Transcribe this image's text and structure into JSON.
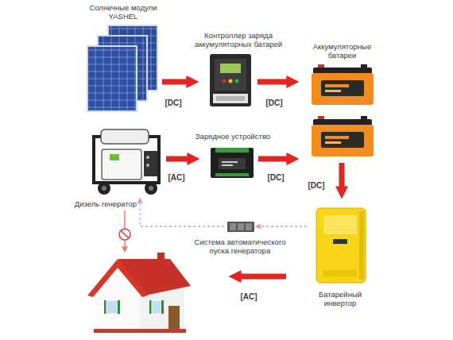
{
  "diagram": {
    "nodes": [
      {
        "text": [
          "Солнечные модули YASHEL"
        ]
      },
      {
        "text": [
          "Контроллер заряда аккумуляторных батарей"
        ]
      },
      {
        "text": [
          "Аккумуляторные батареи"
        ]
      },
      {
        "text": [
          "Дизель генератор"
        ]
      },
      {
        "text": [
          "Зарядное устройство"
        ]
      },
      {
        "text": [
          "Система автоматического пуска генератора"
        ]
      },
      {
        "text": [
          "Батарейный инвертор"
        ]
      },
      {
        "text": []
      }
    ],
    "edges": [
      {
        "from": 0,
        "to": 1,
        "arrow": "to",
        "label": "[DC]"
      },
      {
        "from": 1,
        "to": 2,
        "arrow": "to",
        "label": "[DC]"
      },
      {
        "from": 3,
        "to": 4,
        "arrow": "to",
        "label": "[AC]"
      },
      {
        "from": 4,
        "to": 2,
        "arrow": "to",
        "label": "[DC]"
      },
      {
        "from": 2,
        "to": 6,
        "arrow": "to",
        "label": "[DC]"
      },
      {
        "from": 6,
        "to": 7,
        "arrow": "to",
        "label": "[AC]"
      },
      {
        "from": 6,
        "to": 5,
        "arrow": "to"
      },
      {
        "from": 5,
        "to": 3,
        "arrow": "to"
      },
      {
        "from": 3,
        "to": 7,
        "arrow": "to"
      }
    ]
  }
}
